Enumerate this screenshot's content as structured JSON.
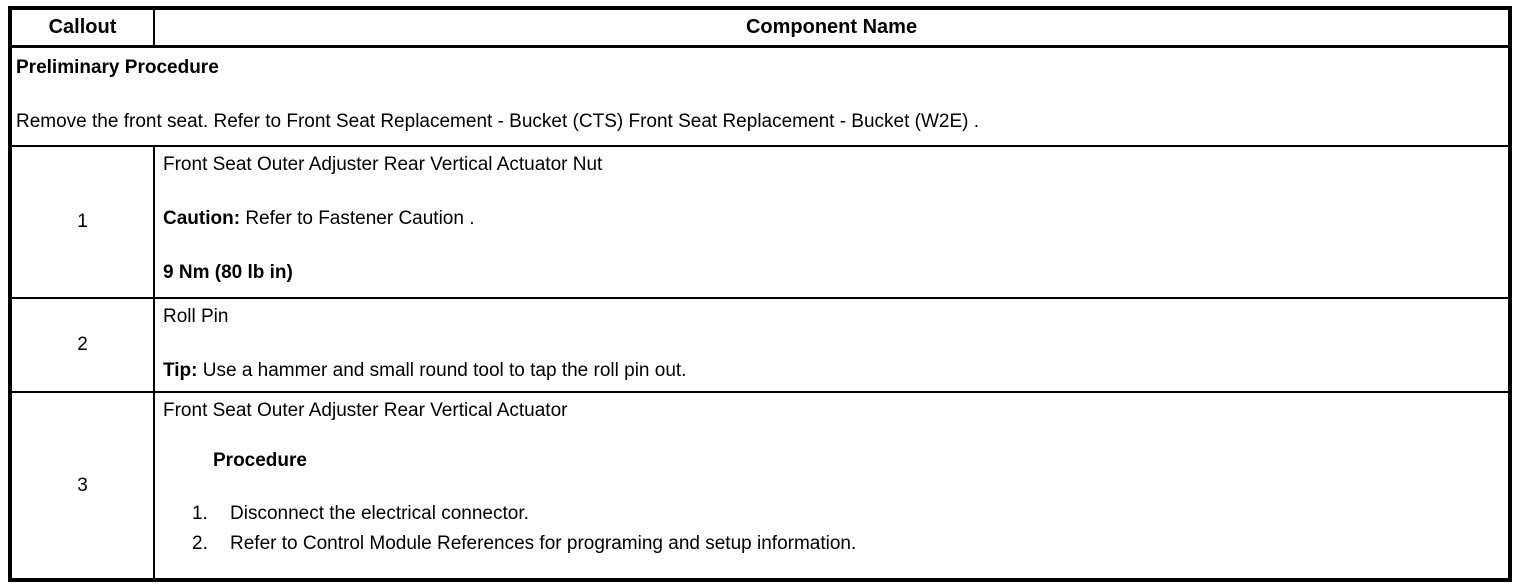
{
  "table": {
    "headers": {
      "callout": "Callout",
      "component": "Component Name"
    },
    "preliminary": {
      "title": "Preliminary Procedure",
      "text": "Remove the front seat. Refer to Front Seat Replacement - Bucket (CTS) Front Seat Replacement - Bucket (W2E) ."
    },
    "rows": [
      {
        "callout": "1",
        "name": "Front Seat Outer Adjuster Rear Vertical Actuator Nut",
        "caution_label": "Caution:",
        "caution_text": " Refer to Fastener Caution .",
        "torque": "9 Nm (80 lb in)"
      },
      {
        "callout": "2",
        "name": "Roll Pin",
        "tip_label": "Tip:",
        "tip_text": " Use a hammer and small round tool to tap the roll pin out."
      },
      {
        "callout": "3",
        "name": "Front Seat Outer Adjuster Rear Vertical Actuator",
        "procedure_label": "Procedure",
        "steps": [
          {
            "num": "1.",
            "text": "Disconnect the electrical connector."
          },
          {
            "num": "2.",
            "text": "Refer to Control Module References for programing and setup information."
          }
        ]
      }
    ]
  },
  "colors": {
    "border": "#000000",
    "text": "#000000",
    "background": "#ffffff"
  }
}
